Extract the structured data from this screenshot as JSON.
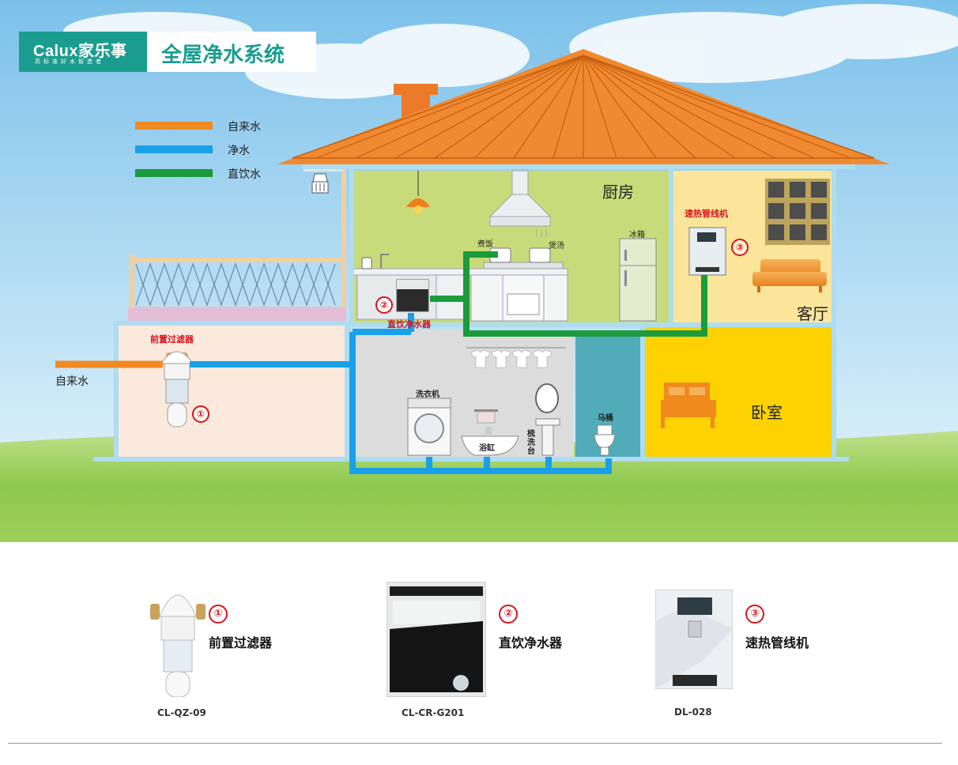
{
  "brand": {
    "name": "Calux家乐事",
    "slogan": "高标准好水智造者"
  },
  "page_title": "全屋净水系统",
  "legend": [
    {
      "label": "自来水",
      "color": "#f08a24"
    },
    {
      "label": "净水",
      "color": "#1aa0e8"
    },
    {
      "label": "直饮水",
      "color": "#1a9b3c"
    }
  ],
  "rooms": {
    "kitchen": "厨房",
    "living_room": "客厅",
    "bedroom": "卧室"
  },
  "appliance_labels": {
    "rice_cooker": "煮饭",
    "soup_pot": "煲汤",
    "fridge": "冰箱",
    "washer": "洗衣机",
    "bathtub": "浴缸",
    "washbasin": "梳洗台",
    "toilet": "马桶"
  },
  "device_tags": {
    "pre_filter": "前置过滤器",
    "purifier": "直饮净水器",
    "heater": "速热管线机"
  },
  "inlet_label": "自来水",
  "products": [
    {
      "num": "①",
      "name": "前置过滤器",
      "model": "CL-QZ-09"
    },
    {
      "num": "②",
      "name": "直饮净水器",
      "model": "CL-CR-G201"
    },
    {
      "num": "③",
      "name": "速热管线机",
      "model": "DL-028"
    }
  ],
  "colors": {
    "brand_teal": "#1a9d8f",
    "roof": "#f08a30",
    "tap_water": "#f08a24",
    "pure_water": "#1aa0e8",
    "drinking_water": "#1a9b3c",
    "marker_red": "#d7141d"
  }
}
